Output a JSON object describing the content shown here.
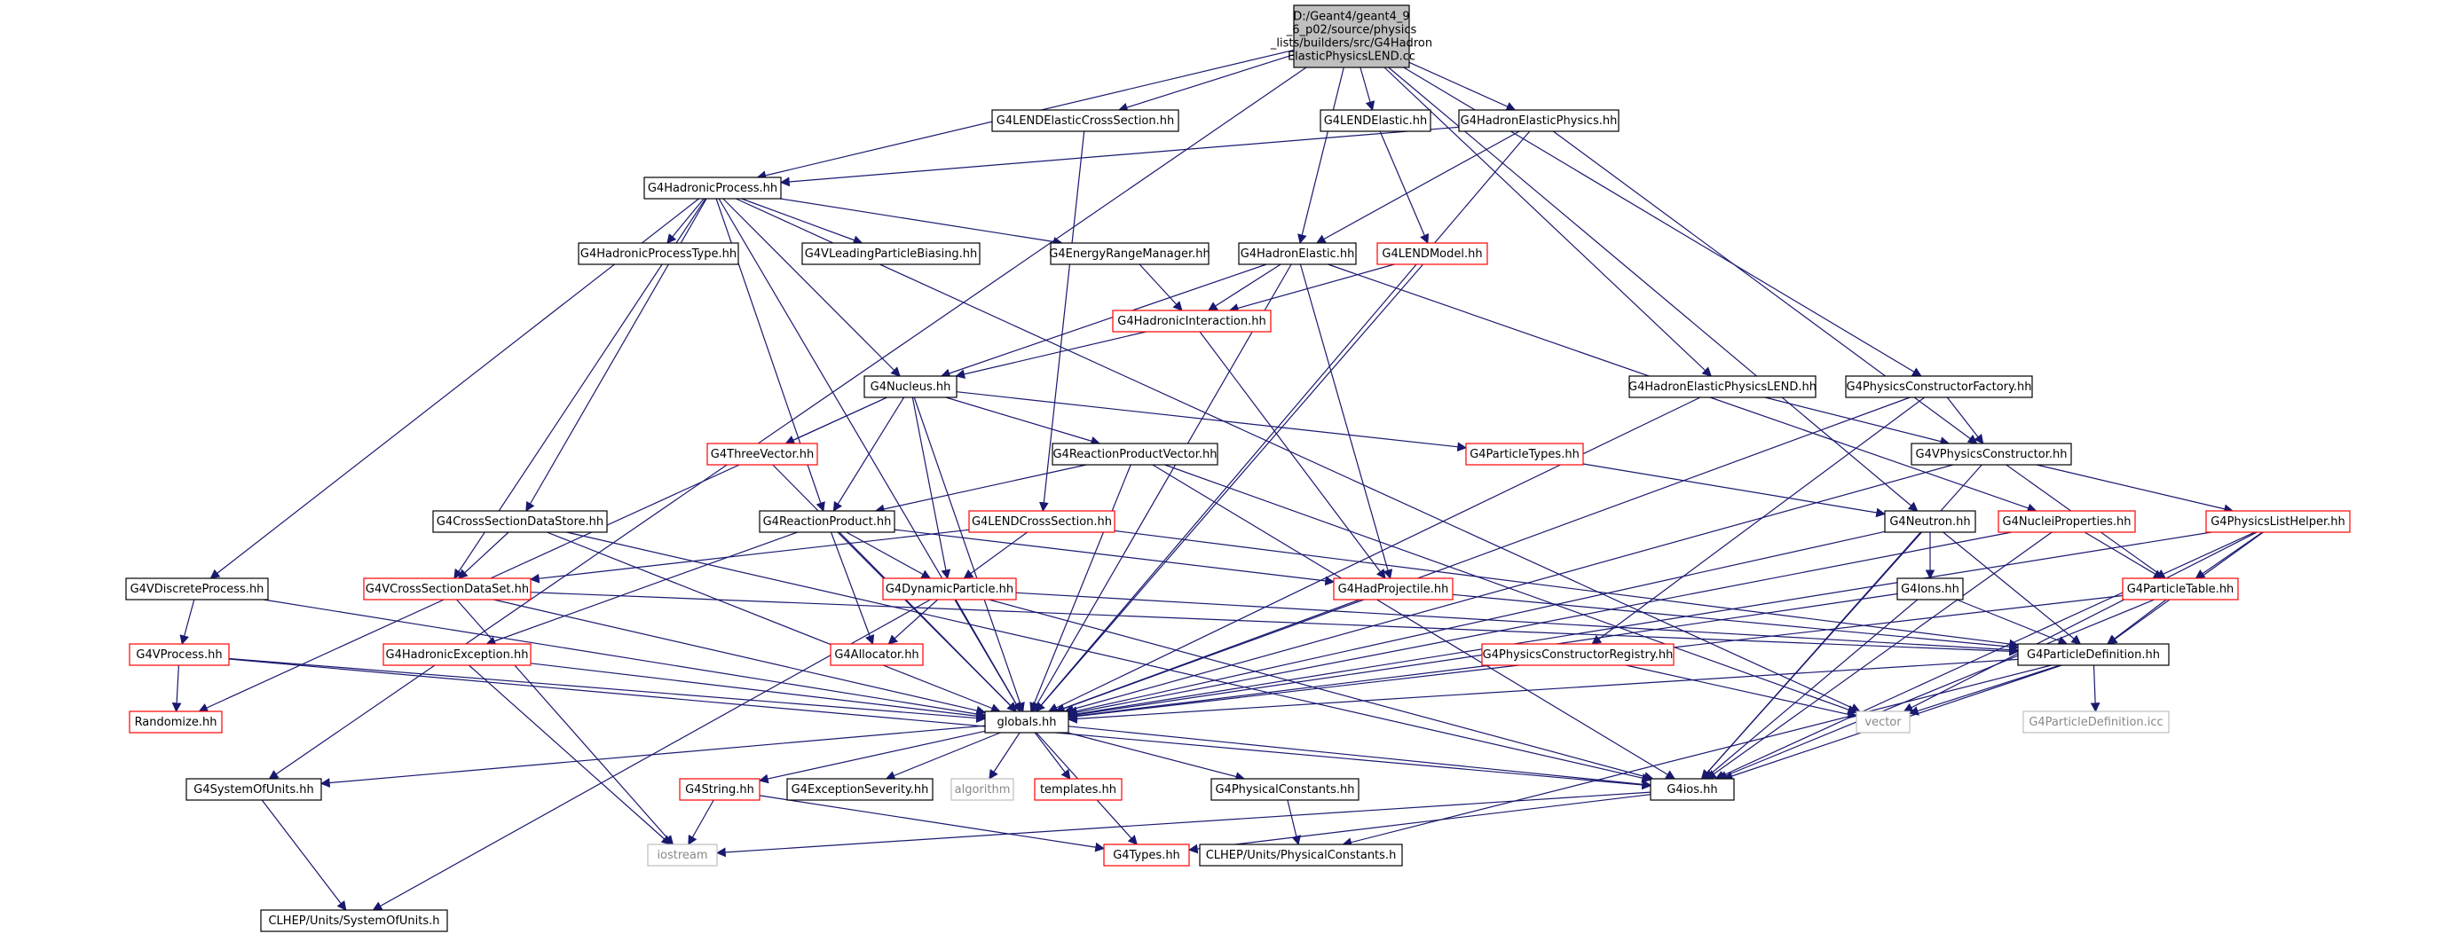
{
  "colors": {
    "edge": "#191970",
    "node_border_black": "#000000",
    "node_border_red": "#ff0000",
    "node_border_gray": "#bfbfbf",
    "root_fill": "#bfbfbf",
    "node_fill": "#ffffff"
  },
  "nodes": [
    {
      "id": "root",
      "lines": [
        "D:/Geant4/geant4_9",
        "_6_p02/source/physics",
        "_lists/builders/src/G4Hadron",
        "ElasticPhysicsLEND.cc"
      ],
      "style": "root"
    },
    {
      "id": "lendxs",
      "lines": [
        "G4LENDElasticCrossSection.hh"
      ],
      "style": "black"
    },
    {
      "id": "lendel",
      "lines": [
        "G4LENDElastic.hh"
      ],
      "style": "black"
    },
    {
      "id": "hep",
      "lines": [
        "G4HadronElasticPhysics.hh"
      ],
      "style": "black"
    },
    {
      "id": "hproc",
      "lines": [
        "G4HadronicProcess.hh"
      ],
      "style": "black"
    },
    {
      "id": "hptype",
      "lines": [
        "G4HadronicProcessType.hh"
      ],
      "style": "black"
    },
    {
      "id": "vlpb",
      "lines": [
        "G4VLeadingParticleBiasing.hh"
      ],
      "style": "black"
    },
    {
      "id": "erm",
      "lines": [
        "G4EnergyRangeManager.hh"
      ],
      "style": "black"
    },
    {
      "id": "hel",
      "lines": [
        "G4HadronElastic.hh"
      ],
      "style": "black"
    },
    {
      "id": "lendmodel",
      "lines": [
        "G4LENDModel.hh"
      ],
      "style": "red"
    },
    {
      "id": "hint",
      "lines": [
        "G4HadronicInteraction.hh"
      ],
      "style": "red"
    },
    {
      "id": "nucleus",
      "lines": [
        "G4Nucleus.hh"
      ],
      "style": "black"
    },
    {
      "id": "threevec",
      "lines": [
        "G4ThreeVector.hh"
      ],
      "style": "red"
    },
    {
      "id": "rpv",
      "lines": [
        "G4ReactionProductVector.hh"
      ],
      "style": "black"
    },
    {
      "id": "ptypes",
      "lines": [
        "G4ParticleTypes.hh"
      ],
      "style": "red"
    },
    {
      "id": "hepl",
      "lines": [
        "G4HadronElasticPhysicsLEND.hh"
      ],
      "style": "black"
    },
    {
      "id": "pcf",
      "lines": [
        "G4PhysicsConstructorFactory.hh"
      ],
      "style": "black"
    },
    {
      "id": "vpc",
      "lines": [
        "G4VPhysicsConstructor.hh"
      ],
      "style": "black"
    },
    {
      "id": "csds",
      "lines": [
        "G4CrossSectionDataStore.hh"
      ],
      "style": "black"
    },
    {
      "id": "rp",
      "lines": [
        "G4ReactionProduct.hh"
      ],
      "style": "black"
    },
    {
      "id": "lendcs",
      "lines": [
        "G4LENDCrossSection.hh"
      ],
      "style": "red"
    },
    {
      "id": "neutron",
      "lines": [
        "G4Neutron.hh"
      ],
      "style": "black"
    },
    {
      "id": "nprops",
      "lines": [
        "G4NucleiProperties.hh"
      ],
      "style": "red"
    },
    {
      "id": "plh",
      "lines": [
        "G4PhysicsListHelper.hh"
      ],
      "style": "red"
    },
    {
      "id": "vdp",
      "lines": [
        "G4VDiscreteProcess.hh"
      ],
      "style": "black"
    },
    {
      "id": "vcsds",
      "lines": [
        "G4VCrossSectionDataSet.hh"
      ],
      "style": "red"
    },
    {
      "id": "dynp",
      "lines": [
        "G4DynamicParticle.hh"
      ],
      "style": "red"
    },
    {
      "id": "hadproj",
      "lines": [
        "G4HadProjectile.hh"
      ],
      "style": "red"
    },
    {
      "id": "ions",
      "lines": [
        "G4Ions.hh"
      ],
      "style": "black"
    },
    {
      "id": "ptable",
      "lines": [
        "G4ParticleTable.hh"
      ],
      "style": "red"
    },
    {
      "id": "vproc",
      "lines": [
        "G4VProcess.hh"
      ],
      "style": "red"
    },
    {
      "id": "hexc",
      "lines": [
        "G4HadronicException.hh"
      ],
      "style": "red"
    },
    {
      "id": "alloc",
      "lines": [
        "G4Allocator.hh"
      ],
      "style": "red"
    },
    {
      "id": "pcr",
      "lines": [
        "G4PhysicsConstructorRegistry.hh"
      ],
      "style": "red"
    },
    {
      "id": "pdef",
      "lines": [
        "G4ParticleDefinition.hh"
      ],
      "style": "black"
    },
    {
      "id": "random",
      "lines": [
        "Randomize.hh"
      ],
      "style": "red"
    },
    {
      "id": "globals",
      "lines": [
        "globals.hh"
      ],
      "style": "black"
    },
    {
      "id": "vector",
      "lines": [
        "vector"
      ],
      "style": "gray"
    },
    {
      "id": "pdicc",
      "lines": [
        "G4ParticleDefinition.icc"
      ],
      "style": "gray"
    },
    {
      "id": "sou",
      "lines": [
        "G4SystemOfUnits.hh"
      ],
      "style": "black"
    },
    {
      "id": "g4string",
      "lines": [
        "G4String.hh"
      ],
      "style": "red"
    },
    {
      "id": "exsev",
      "lines": [
        "G4ExceptionSeverity.hh"
      ],
      "style": "black"
    },
    {
      "id": "algorithm",
      "lines": [
        "algorithm"
      ],
      "style": "gray"
    },
    {
      "id": "templates",
      "lines": [
        "templates.hh"
      ],
      "style": "red"
    },
    {
      "id": "physconst",
      "lines": [
        "G4PhysicalConstants.hh"
      ],
      "style": "black"
    },
    {
      "id": "g4ios",
      "lines": [
        "G4ios.hh"
      ],
      "style": "black"
    },
    {
      "id": "iostream",
      "lines": [
        "iostream"
      ],
      "style": "gray"
    },
    {
      "id": "g4types",
      "lines": [
        "G4Types.hh"
      ],
      "style": "red"
    },
    {
      "id": "clhepconst",
      "lines": [
        "CLHEP/Units/PhysicalConstants.h"
      ],
      "style": "black"
    },
    {
      "id": "clhepsou",
      "lines": [
        "CLHEP/Units/SystemOfUnits.h"
      ],
      "style": "black"
    }
  ],
  "edges": [
    [
      "root",
      "sou"
    ],
    [
      "root",
      "hproc"
    ],
    [
      "root",
      "lendxs"
    ],
    [
      "root",
      "hel"
    ],
    [
      "root",
      "lendel"
    ],
    [
      "root",
      "hep"
    ],
    [
      "root",
      "hepl"
    ],
    [
      "root",
      "pcf"
    ],
    [
      "root",
      "neutron"
    ],
    [
      "lendxs",
      "lendcs"
    ],
    [
      "lendel",
      "lendmodel"
    ],
    [
      "hep",
      "hproc"
    ],
    [
      "hep",
      "hel"
    ],
    [
      "hep",
      "globals"
    ],
    [
      "hep",
      "vpc"
    ],
    [
      "hproc",
      "hptype"
    ],
    [
      "hproc",
      "vlpb"
    ],
    [
      "hproc",
      "erm"
    ],
    [
      "hproc",
      "nucleus"
    ],
    [
      "hproc",
      "rp"
    ],
    [
      "hproc",
      "csds"
    ],
    [
      "hproc",
      "vcsds"
    ],
    [
      "hproc",
      "vdp"
    ],
    [
      "hproc",
      "globals"
    ],
    [
      "hproc",
      "vector"
    ],
    [
      "erm",
      "hint"
    ],
    [
      "hel",
      "hint"
    ],
    [
      "hel",
      "nucleus"
    ],
    [
      "hel",
      "hadproj"
    ],
    [
      "hel",
      "nprops"
    ],
    [
      "hel",
      "globals"
    ],
    [
      "lendmodel",
      "hint"
    ],
    [
      "lendmodel",
      "globals"
    ],
    [
      "hint",
      "nucleus"
    ],
    [
      "hint",
      "hadproj"
    ],
    [
      "nucleus",
      "threevec"
    ],
    [
      "nucleus",
      "rpv"
    ],
    [
      "nucleus",
      "ptypes"
    ],
    [
      "nucleus",
      "rp"
    ],
    [
      "nucleus",
      "dynp"
    ],
    [
      "nucleus",
      "random"
    ],
    [
      "nucleus",
      "globals"
    ],
    [
      "threevec",
      "globals"
    ],
    [
      "rpv",
      "rp"
    ],
    [
      "rpv",
      "globals"
    ],
    [
      "rpv",
      "vector"
    ],
    [
      "rpv",
      "g4ios"
    ],
    [
      "ptypes",
      "neutron"
    ],
    [
      "hepl",
      "vpc"
    ],
    [
      "hepl",
      "globals"
    ],
    [
      "pcf",
      "vpc"
    ],
    [
      "pcf",
      "pcr"
    ],
    [
      "pcf",
      "globals"
    ],
    [
      "vpc",
      "plh"
    ],
    [
      "vpc",
      "ptable"
    ],
    [
      "vpc",
      "g4ios"
    ],
    [
      "vpc",
      "globals"
    ],
    [
      "csds",
      "vcsds"
    ],
    [
      "csds",
      "globals"
    ],
    [
      "csds",
      "g4ios"
    ],
    [
      "rp",
      "dynp"
    ],
    [
      "rp",
      "hadproj"
    ],
    [
      "rp",
      "alloc"
    ],
    [
      "rp",
      "hexc"
    ],
    [
      "rp",
      "globals"
    ],
    [
      "lendcs",
      "vcsds"
    ],
    [
      "lendcs",
      "dynp"
    ],
    [
      "lendcs",
      "pdef"
    ],
    [
      "neutron",
      "ions"
    ],
    [
      "neutron",
      "pdef"
    ],
    [
      "neutron",
      "globals"
    ],
    [
      "neutron",
      "g4ios"
    ],
    [
      "nprops",
      "ptable"
    ],
    [
      "nprops",
      "globals"
    ],
    [
      "nprops",
      "g4ios"
    ],
    [
      "plh",
      "ptable"
    ],
    [
      "plh",
      "pdef"
    ],
    [
      "plh",
      "globals"
    ],
    [
      "plh",
      "g4ios"
    ],
    [
      "plh",
      "vector"
    ],
    [
      "vdp",
      "vproc"
    ],
    [
      "vdp",
      "globals"
    ],
    [
      "vcsds",
      "pdef"
    ],
    [
      "vcsds",
      "globals"
    ],
    [
      "vcsds",
      "iostream"
    ],
    [
      "dynp",
      "alloc"
    ],
    [
      "dynp",
      "pdef"
    ],
    [
      "dynp",
      "globals"
    ],
    [
      "dynp",
      "g4ios"
    ],
    [
      "dynp",
      "clhepsou"
    ],
    [
      "hadproj",
      "pdef"
    ],
    [
      "hadproj",
      "globals"
    ],
    [
      "ions",
      "pdef"
    ],
    [
      "ions",
      "globals"
    ],
    [
      "ions",
      "g4ios"
    ],
    [
      "ptable",
      "pdef"
    ],
    [
      "ptable",
      "globals"
    ],
    [
      "ptable",
      "g4ios"
    ],
    [
      "vproc",
      "random"
    ],
    [
      "vproc",
      "globals"
    ],
    [
      "vproc",
      "g4ios"
    ],
    [
      "hexc",
      "globals"
    ],
    [
      "hexc",
      "iostream"
    ],
    [
      "pcr",
      "globals"
    ],
    [
      "pcr",
      "vector"
    ],
    [
      "pdef",
      "globals"
    ],
    [
      "pdef",
      "vector"
    ],
    [
      "pdef",
      "pdicc"
    ],
    [
      "pdef",
      "g4ios"
    ],
    [
      "pdef",
      "clhepconst"
    ],
    [
      "globals",
      "sou"
    ],
    [
      "globals",
      "g4string"
    ],
    [
      "globals",
      "exsev"
    ],
    [
      "globals",
      "algorithm"
    ],
    [
      "globals",
      "templates"
    ],
    [
      "globals",
      "physconst"
    ],
    [
      "globals",
      "g4ios"
    ],
    [
      "globals",
      "g4types"
    ],
    [
      "sou",
      "clhepsou"
    ],
    [
      "g4string",
      "iostream"
    ],
    [
      "g4string",
      "g4types"
    ],
    [
      "physconst",
      "clhepconst"
    ],
    [
      "g4ios",
      "iostream"
    ],
    [
      "g4ios",
      "g4types"
    ]
  ]
}
